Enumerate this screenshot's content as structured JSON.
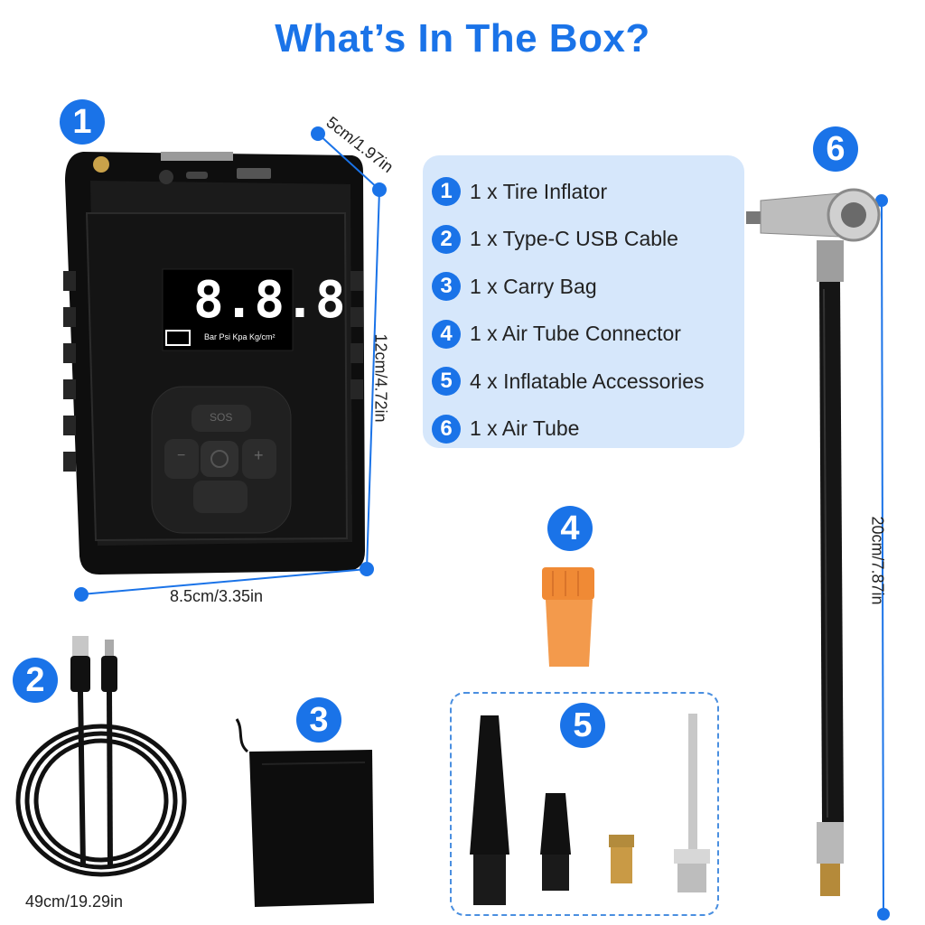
{
  "title": "What’s In The Box?",
  "badges": {
    "one": "1",
    "two": "2",
    "three": "3",
    "four": "4",
    "five": "5",
    "six": "6"
  },
  "contents": [
    {
      "num": "1",
      "text": "1 x Tire Inflator"
    },
    {
      "num": "2",
      "text": "1 x Type-C USB Cable"
    },
    {
      "num": "3",
      "text": "1 x Carry Bag"
    },
    {
      "num": "4",
      "text": "1 x Air Tube Connector"
    },
    {
      "num": "5",
      "text": "4 x Inflatable Accessories"
    },
    {
      "num": "6",
      "text": "1 x Air Tube"
    }
  ],
  "dimensions": {
    "depth": "5cm/1.97in",
    "height": "12cm/4.72in",
    "width": "8.5cm/3.35in",
    "cable": "49cm/19.29in",
    "tube": "20cm/7.87in"
  },
  "display": {
    "digits": "8.8.8",
    "units": "Bar  Psi  Kpa  Kg/cm²",
    "sos": "SOS",
    "minus": "−",
    "plus": "+"
  },
  "colors": {
    "accent": "#1a73e8",
    "panel": "#d6e7fb",
    "connector": "#f08a35",
    "device": "#111111"
  }
}
